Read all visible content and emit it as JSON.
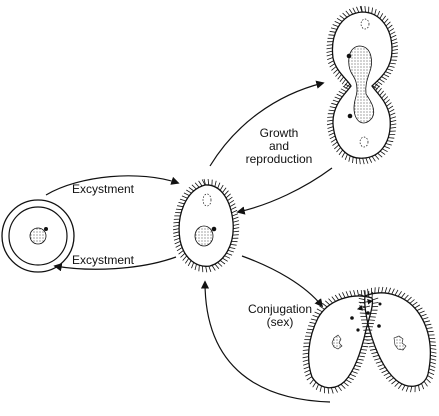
{
  "labels": {
    "encystment": "Excystment",
    "excystment": "Excystment",
    "growth": [
      "Growth",
      "and",
      "reproduction"
    ],
    "conjugation": [
      "Conjugation",
      "(sex)"
    ]
  },
  "colors": {
    "ink": "#111111",
    "background": "#ffffff"
  }
}
